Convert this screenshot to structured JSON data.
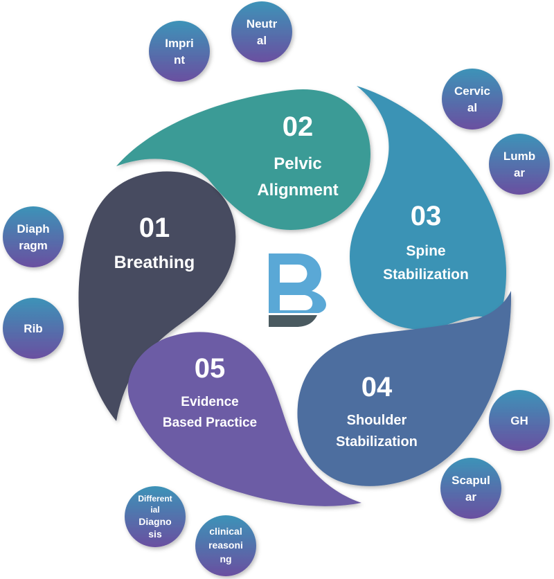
{
  "segments": [
    {
      "number": "01",
      "lines": [
        "Breathing"
      ],
      "color": "#474b60"
    },
    {
      "number": "02",
      "lines": [
        "Pelvic",
        "Alignment"
      ],
      "color": "#3b9b96"
    },
    {
      "number": "03",
      "lines": [
        "Spine",
        "Stabilization"
      ],
      "color": "#3b93b5"
    },
    {
      "number": "04",
      "lines": [
        "Shoulder",
        "Stabilization"
      ],
      "color": "#4d6e9f"
    },
    {
      "number": "05",
      "lines": [
        "Evidence",
        "Based Practice"
      ],
      "color": "#6c5ca5"
    }
  ],
  "bubbles": {
    "imprint": [
      "Impri",
      "nt"
    ],
    "neutral": [
      "Neutr",
      "al"
    ],
    "cervical": [
      "Cervic",
      "al"
    ],
    "lumbar": [
      "Lumb",
      "ar"
    ],
    "diaphragm": [
      "Diaph",
      "ragm"
    ],
    "rib": [
      "Rib"
    ],
    "gh": [
      "GH"
    ],
    "scapular": [
      "Scapul",
      "ar"
    ],
    "differential": [
      "Different",
      "ial",
      "Diagno",
      "sis"
    ],
    "clinical": [
      "clinical",
      "reasoni",
      "ng"
    ]
  },
  "colors": {
    "bubble_top": "#3d93b8",
    "bubble_bottom": "#6a4fa0",
    "logo_blue": "#5aa8d6",
    "logo_gray": "#4a5a60"
  }
}
